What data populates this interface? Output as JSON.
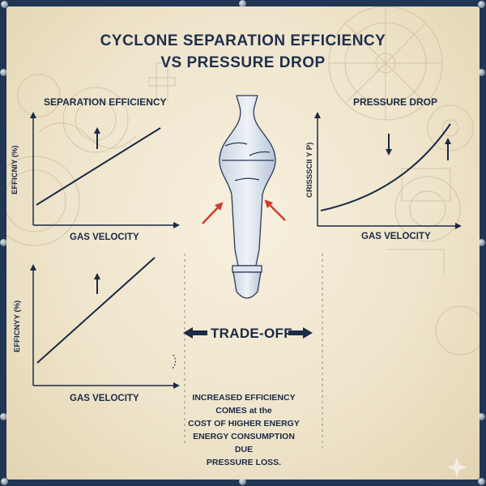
{
  "title": {
    "line1": "CYCLONE SEPARATION EFFICIENCY",
    "line2": "VS PRESSURE DROP"
  },
  "panels": {
    "separation_efficiency": {
      "heading": "SEPARATION EFFICIENCY",
      "y_label": "EFFICNIY (%)",
      "x_label": "GAS VELOCITY"
    },
    "pressure_drop": {
      "heading": "PRESSURE DROP",
      "y_label": "CRISSSCII Y P)",
      "x_label": "GAS VELOCITY"
    },
    "efficiency_lower": {
      "y_label": "EFFICNYY (%)",
      "x_label": "GAS VELOCITY"
    }
  },
  "tradeoff_label": "TRADE-OFF",
  "note_lines": [
    "INCREASED EFFICIENCY",
    "COMES at the",
    "COST OF HIGHER ENERGY",
    "ENERGY CONSUMPTION DUE",
    "PRESSURE LOSS."
  ],
  "colors": {
    "ink": "#1b2a45",
    "accent_arrow": "#d23a2e",
    "frame": "#213654",
    "paper": "#efe5cc"
  },
  "icons": [
    "sparkle-icon"
  ]
}
